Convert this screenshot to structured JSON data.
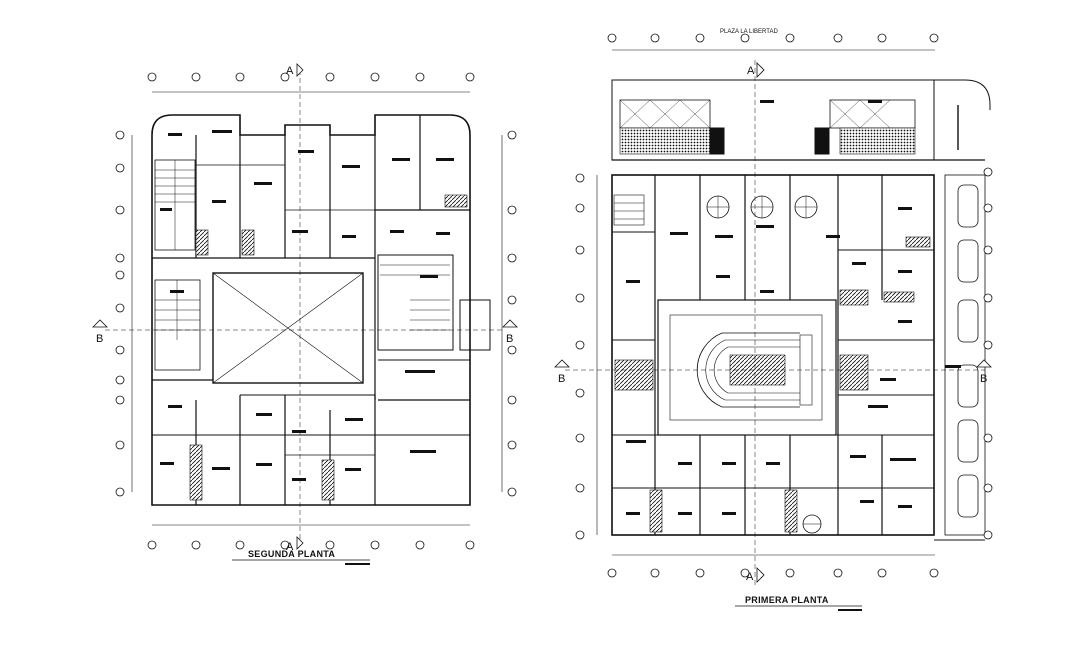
{
  "drawing": {
    "background": "#ffffff",
    "line_color": "#111111",
    "left_plan": {
      "title": "SEGUNDA PLANTA",
      "section_a": "A",
      "section_b": "B"
    },
    "right_plan": {
      "title": "PRIMERA PLANTA",
      "street_label": "PLAZA LA LIBERTAD",
      "section_a": "A",
      "section_b": "B"
    }
  }
}
